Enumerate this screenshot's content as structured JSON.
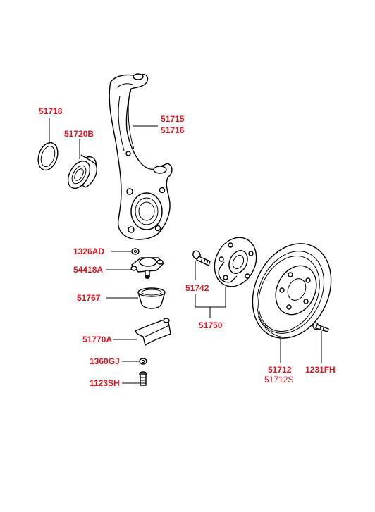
{
  "labels": {
    "p51718": "51718",
    "p51720b": "51720B",
    "p51715": "51715",
    "p51716": "51716",
    "p1326ad": "1326AD",
    "p54418a": "54418A",
    "p51767": "51767",
    "p51770a": "51770A",
    "p1360gj": "1360GJ",
    "p1123sh": "1123SH",
    "p51742": "51742",
    "p51750": "51750",
    "p51712": "51712",
    "p51712s": "51712S",
    "p1231fh": "1231FH"
  },
  "colors": {
    "label_red": "#e0141e",
    "line": "#000000",
    "background": "#ffffff"
  }
}
